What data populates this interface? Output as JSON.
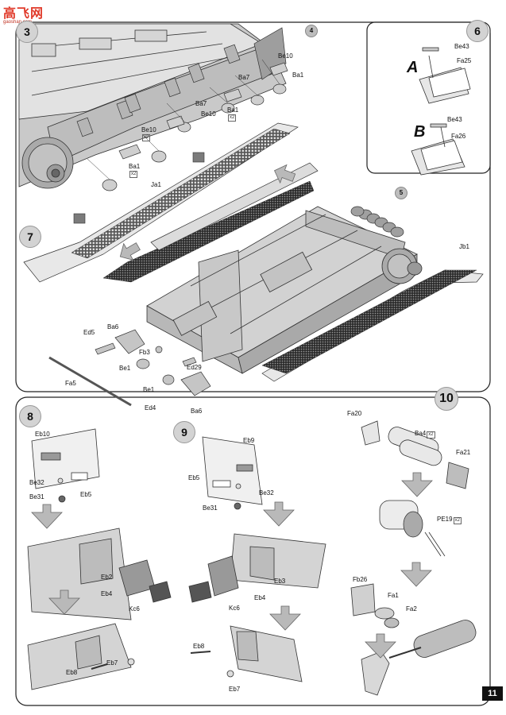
{
  "watermark": {
    "text": "高飞网",
    "url": "gaoshan.com"
  },
  "page_number": "11",
  "steps": {
    "s4": "4",
    "s5": "5",
    "s6": "6",
    "s7": "7",
    "s8": "8",
    "s9": "9",
    "s10": "10",
    "s_partial": "3"
  },
  "variants": {
    "a": "A",
    "b": "B"
  },
  "x2": "x2",
  "labels": {
    "be10_a": "Be10",
    "ba1_a": "Ba1",
    "ba7_a": "Ba7",
    "ba7_b": "Ba7",
    "be10_b": "Be10",
    "ba1_b": "Ba1",
    "be10_c": "Be10",
    "ba1_c": "Ba1",
    "be43_a": "Be43",
    "fa25": "Fa25",
    "be43_b": "Be43",
    "fa26": "Fa26",
    "ja1": "Ja1",
    "jb1": "Jb1",
    "ed5": "Ed5",
    "ba6_a": "Ba6",
    "fb3": "Fb3",
    "be1_a": "Be1",
    "ed29": "Ed29",
    "fa5": "Fa5",
    "be1_b": "Be1",
    "ed4": "Ed4",
    "ba6_b": "Ba6",
    "eb10": "Eb10",
    "be32_a": "Be32",
    "be31_a": "Be31",
    "eb5_a": "Eb5",
    "eb2": "Eb2",
    "eb4_a": "Eb4",
    "kc6_a": "Kc6",
    "eb7_a": "Eb7",
    "eb8_a": "Eb8",
    "eb9": "Eb9",
    "eb5_b": "Eb5",
    "be32_b": "Be32",
    "be31_b": "Be31",
    "eb3": "Eb3",
    "kc6_b": "Kc6",
    "eb4_b": "Eb4",
    "eb8_b": "Eb8",
    "eb7_b": "Eb7",
    "fa20": "Fa20",
    "ba4": "Ba4",
    "fa21": "Fa21",
    "pe19": "PE19",
    "fb26": "Fb26",
    "fa1": "Fa1",
    "fa2": "Fa2"
  }
}
